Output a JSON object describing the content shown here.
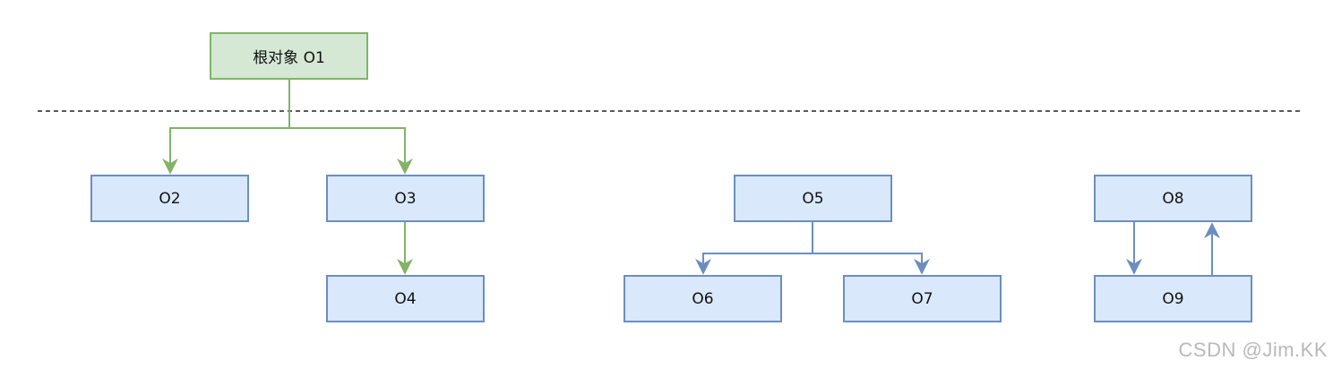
{
  "nodes": {
    "root": "根对象 O1",
    "o2": "O2",
    "o3": "O3",
    "o4": "O4",
    "o5": "O5",
    "o6": "O6",
    "o7": "O7",
    "o8": "O8",
    "o9": "O9"
  },
  "colors": {
    "root_fill": "#d5e8d4",
    "root_stroke": "#82b366",
    "node_fill": "#dae8fc",
    "node_stroke": "#6c8ebf",
    "dashed_line": "#222222"
  },
  "watermark": "CSDN @Jim.KK"
}
